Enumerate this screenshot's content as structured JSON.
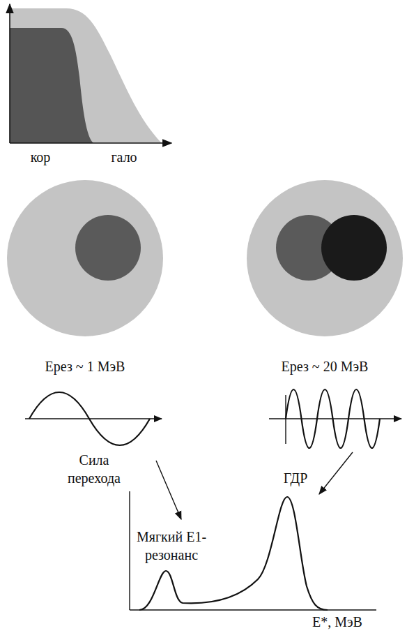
{
  "diagram": {
    "labels": [
      "кор",
      "гало",
      "Eрез ~ 1 МэВ",
      "Eрез ~ 20 МэВ",
      "Сила перехода",
      "Мягкий E1-резонанс",
      "ГДР",
      "E*, МэВ"
    ]
  }
}
